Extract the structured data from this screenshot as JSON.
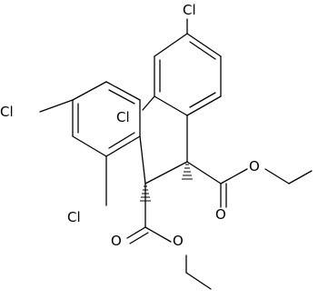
{
  "molecule": {
    "atom_labels": {
      "cl_top": "Cl",
      "cl_upper_ortho": "Cl",
      "cl_left_para": "Cl",
      "cl_left_ortho": "Cl",
      "o_ester1_carbonyl": "O",
      "o_ester1_ether": "O",
      "o_ester2_carbonyl": "O",
      "o_ester2_ether": "O"
    }
  }
}
